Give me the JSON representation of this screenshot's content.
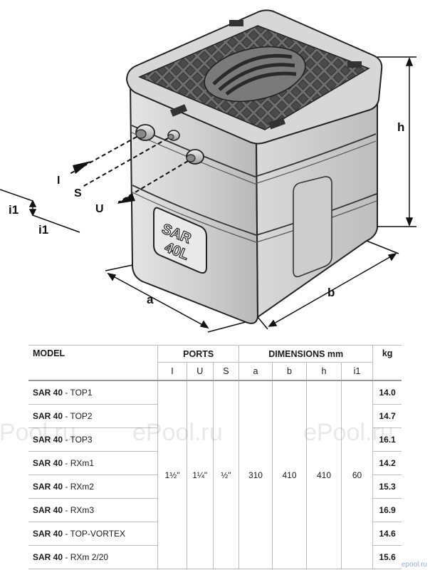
{
  "drawing": {
    "product_plate": [
      "SAR",
      "40L"
    ],
    "dimension_labels": {
      "h": "h",
      "a": "a",
      "b": "b",
      "i1_side": "i1",
      "i1_bottom": "i1"
    },
    "port_labels": {
      "inlet": "I",
      "suction": "S",
      "outlet": "U"
    }
  },
  "table": {
    "headers": {
      "model": "MODEL",
      "ports": "PORTS",
      "dimensions": "DIMENSIONS mm",
      "kg": "kg"
    },
    "subheaders": {
      "I": "I",
      "U": "U",
      "S": "S",
      "a": "a",
      "b": "b",
      "h": "h",
      "i1": "i1"
    },
    "shared_values": {
      "I": "1½\"",
      "U": "1¼\"",
      "S": "½\"",
      "a": "310",
      "b": "410",
      "h": "410",
      "i1": "60"
    },
    "rows": [
      {
        "prefix": "SAR 40",
        "suffix": " - TOP1",
        "kg": "14.0"
      },
      {
        "prefix": "SAR 40",
        "suffix": " - TOP2",
        "kg": "14.7"
      },
      {
        "prefix": "SAR 40",
        "suffix": " - TOP3",
        "kg": "16.1"
      },
      {
        "prefix": "SAR 40",
        "suffix": " - RXm1",
        "kg": "14.2"
      },
      {
        "prefix": "SAR 40",
        "suffix": " - RXm2",
        "kg": "15.3"
      },
      {
        "prefix": "SAR 40",
        "suffix": " - RXm3",
        "kg": "16.9"
      },
      {
        "prefix": "SAR 40",
        "suffix": " - TOP-VORTEX",
        "kg": "14.6"
      },
      {
        "prefix": "SAR 40",
        "suffix": " - RXm 2/20",
        "kg": "15.6"
      }
    ]
  },
  "watermarks": [
    "ePool.ru",
    "ePool.ru",
    "ePool.ru"
  ],
  "site_mark": "epool.ru"
}
